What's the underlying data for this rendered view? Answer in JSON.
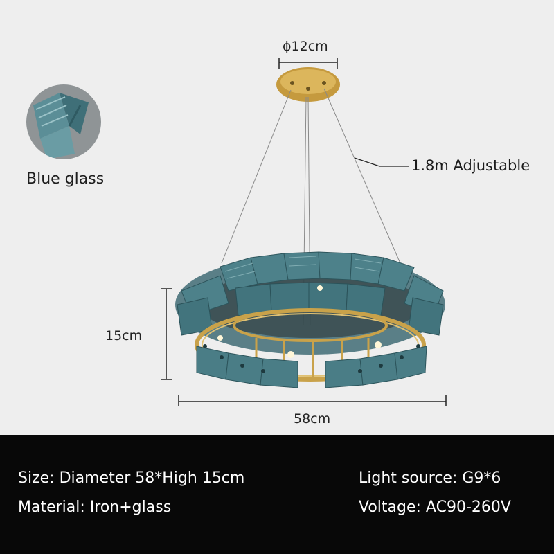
{
  "swatch": {
    "label": "Blue glass"
  },
  "dimensions": {
    "canopy": "ϕ12cm",
    "cable": "1.8m Adjustable",
    "height": "15cm",
    "width": "58cm"
  },
  "specs": {
    "size": "Size: Diameter 58*High 15cm",
    "material": "Material: Iron+glass",
    "light_source": "Light source: G9*6",
    "voltage": "Voltage: AC90-260V"
  },
  "colors": {
    "glass": "#4a7d86",
    "metal": "#c9a24a",
    "background": "#eeeeee",
    "infobar": "#080808"
  }
}
